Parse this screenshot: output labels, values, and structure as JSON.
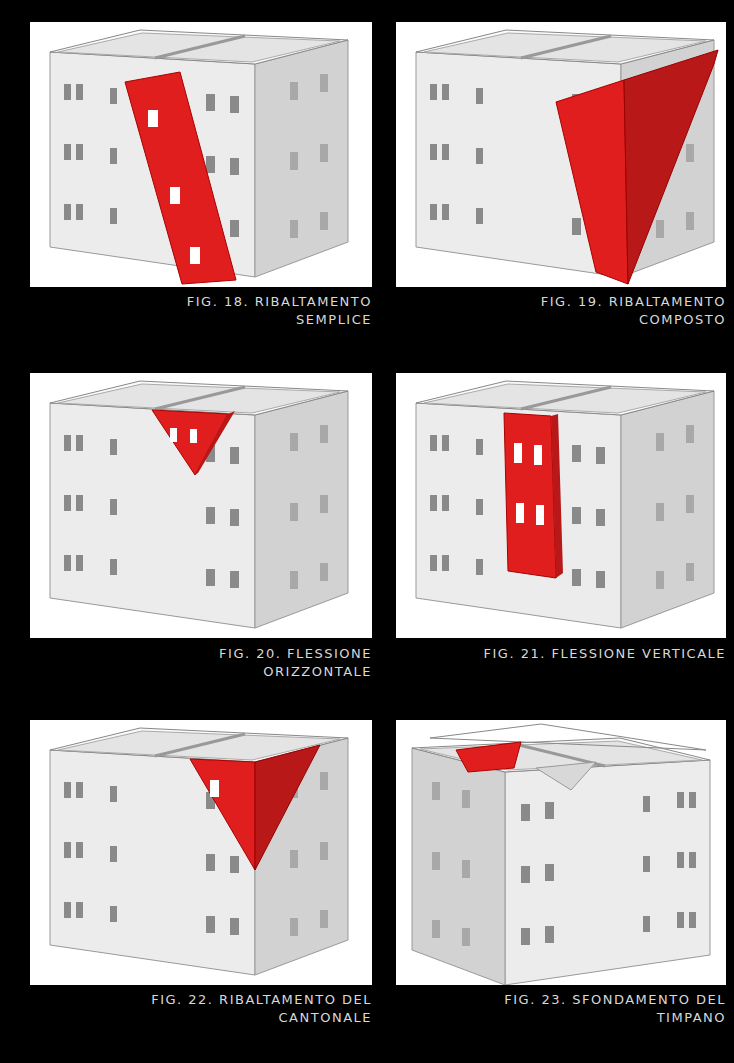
{
  "diagram": {
    "labels": [
      "FIG. 18. RIBALTAMENTO SEMPLICE",
      "FIG. 19. RIBALTAMENTO COMPOSTO",
      "FIG. 20. FLESSIONE ORIZZONTALE",
      "FIG. 21. FLESSIONE VERTICALE",
      "FIG. 22. RIBALTAMENTO DEL CANTONALE",
      "FIG. 23. SFONDAMENTO DEL TIMPANO"
    ]
  }
}
